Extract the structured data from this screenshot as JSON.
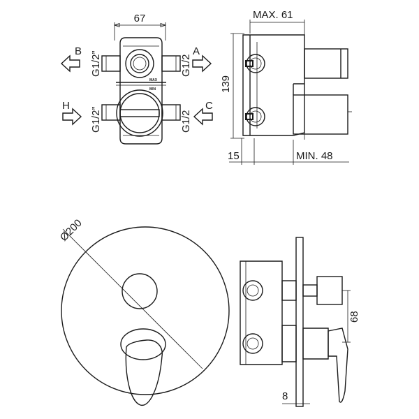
{
  "top_view": {
    "width_dim": "67",
    "port_b": "B",
    "port_a": "A",
    "port_h": "H",
    "port_c": "C",
    "thread_b": "G1/2”",
    "thread_a": "G1/2",
    "thread_h": "G1/2”",
    "thread_c": "G1/2",
    "max_mark": "MAX",
    "min_mark": "MIN"
  },
  "side_view": {
    "max_depth": "MAX. 61",
    "height_dim": "139",
    "offset_dim": "15",
    "min_depth": "MIN. 48"
  },
  "front_view": {
    "diameter": "Ø200"
  },
  "section_view": {
    "spacing_dim": "68",
    "plate_dim": "8"
  },
  "arrow_icon": "hollow-arrow-icon"
}
